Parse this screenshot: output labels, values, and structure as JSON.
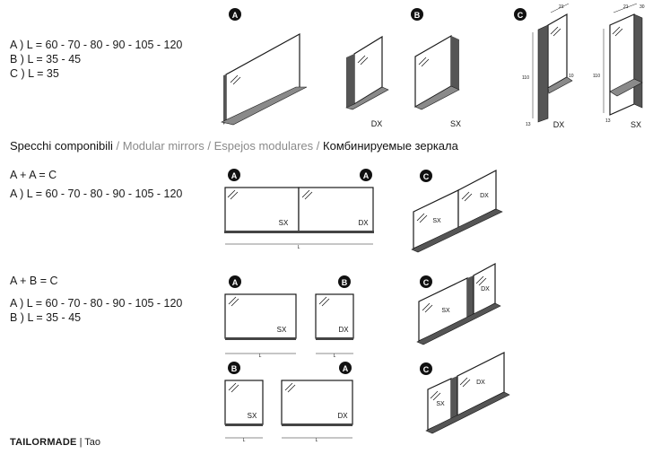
{
  "top_specs": [
    "A ) L = 60 - 70 - 80 - 90 - 105 - 120",
    "B ) L = 35 - 45",
    "C ) L = 35"
  ],
  "heading": {
    "it": "Specchi componibili",
    "sep": " / ",
    "en": "Modular mirrors",
    "es": "Espejos modulares",
    "ru": "Комбинируемые зеркала"
  },
  "section1": {
    "formula": "A + A = C",
    "spec": "A ) L = 60 - 70 - 80 - 90 - 105 - 120"
  },
  "section2": {
    "formula": "A + B = C",
    "spec_a": "A ) L = 60 - 70 - 80 - 90 - 105 - 120",
    "spec_b": "B ) L = 35 - 45"
  },
  "badges": {
    "a": "A",
    "b": "B",
    "c": "C"
  },
  "sides": {
    "dx": "DX",
    "sx": "SX"
  },
  "dims": {
    "width": "L",
    "height": "110",
    "depth": "21",
    "top": "30",
    "shelf": "10",
    "base": "13"
  },
  "footer": {
    "brand": "TAILORMADE",
    "separator": " | ",
    "model": "Tao"
  },
  "colors": {
    "line": "#1a1a1a",
    "panel": "#555555",
    "shadow": "#8a8a8a",
    "muted": "#8a8a8a"
  }
}
